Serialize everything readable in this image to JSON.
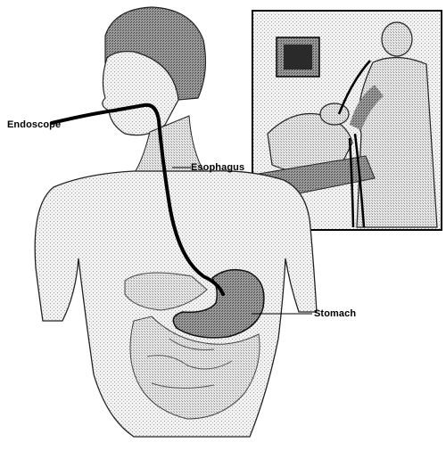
{
  "labels": {
    "endoscope": "Endoscope",
    "esophagus": "Esophagus",
    "stomach": "Stomach"
  },
  "colors": {
    "background": "#ffffff",
    "ink": "#000000",
    "shade_light": "#dcdcdc",
    "shade_mid": "#b4b4b4",
    "shade_dark": "#505050"
  }
}
